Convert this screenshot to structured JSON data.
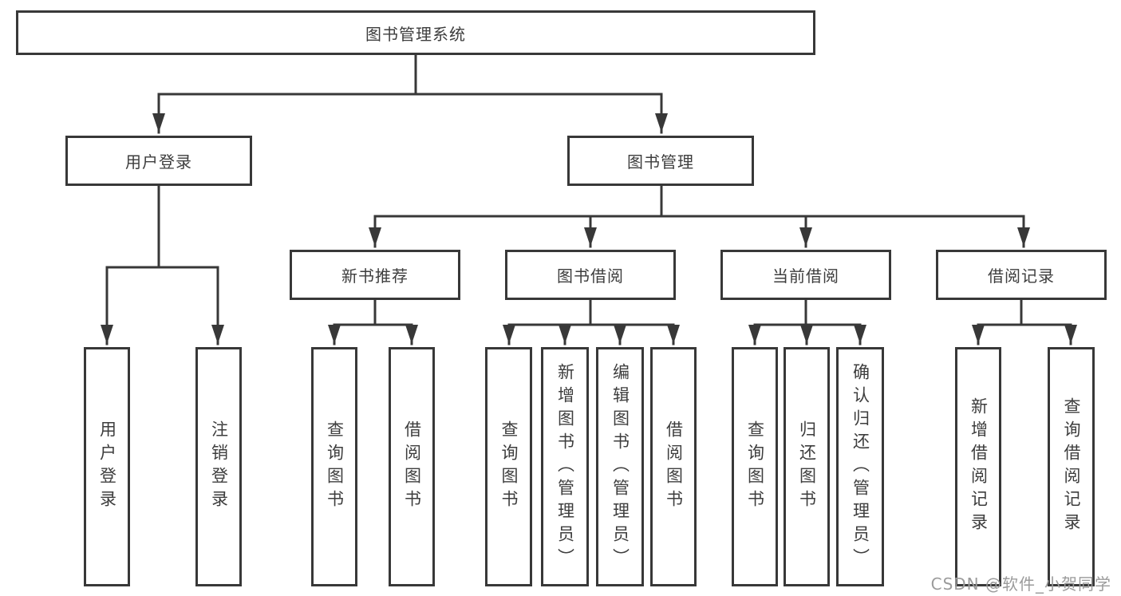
{
  "diagram": {
    "root": {
      "label": "图书管理系统"
    },
    "branches": {
      "user_login": {
        "label": "用户登录",
        "children": [
          {
            "label": "用户登录"
          },
          {
            "label": "注销登录"
          }
        ]
      },
      "book_mgmt": {
        "label": "图书管理",
        "sections": [
          {
            "label": "新书推荐",
            "children": [
              {
                "label": "查询图书"
              },
              {
                "label": "借阅图书"
              }
            ]
          },
          {
            "label": "图书借阅",
            "children": [
              {
                "label": "查询图书"
              },
              {
                "label": "新增图书（管理员）"
              },
              {
                "label": "编辑图书（管理员）"
              },
              {
                "label": "借阅图书"
              }
            ]
          },
          {
            "label": "当前借阅",
            "children": [
              {
                "label": "查询图书"
              },
              {
                "label": "归还图书"
              },
              {
                "label": "确认归还（管理员）"
              }
            ]
          },
          {
            "label": "借阅记录",
            "children": [
              {
                "label": "新增借阅记录"
              },
              {
                "label": "查询借阅记录"
              }
            ]
          }
        ]
      }
    },
    "colors": {
      "line": "#383838",
      "box_border": "#383838",
      "text": "#3d3d3d",
      "background": "#ffffff",
      "watermark": "#9b9b9b"
    }
  },
  "watermark": {
    "text": "CSDN @软件_小贺同学"
  }
}
